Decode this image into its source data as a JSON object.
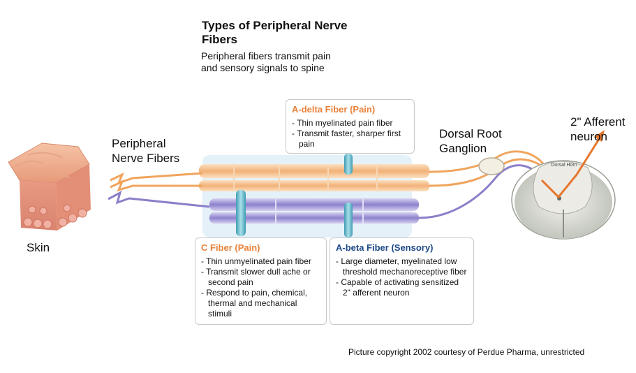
{
  "title": "Types of Peripheral Nerve Fibers",
  "subtitle": "Peripheral fibers transmit pain and sensory signals to spine",
  "labels": {
    "skin": "Skin",
    "peripheral_nerve_fibers": "Peripheral Nerve Fibers",
    "dorsal_root_ganglion": "Dorsal Root Ganglion",
    "afferent_neuron": "2\" Afferent neuron",
    "dorsal_horn": "Dorsal Horn"
  },
  "callouts": {
    "a_delta": {
      "heading": "A-delta Fiber (Pain)",
      "items": [
        "- Thin myelinated pain fiber",
        "- Transmit faster, sharper first pain"
      ]
    },
    "c_fiber": {
      "heading": "C Fiber (Pain)",
      "items": [
        "- Thin unmyelinated pain fiber",
        "- Transmit slower dull ache or second pain",
        "- Respond to pain, chemical, thermal and mechanical stimuli"
      ]
    },
    "a_beta": {
      "heading": "A-beta Fiber (Sensory)",
      "items": [
        "- Large diameter, myelinated low threshold mechanoreceptive fiber",
        "- Capable of activating sensitized 2\" afferent neuron"
      ]
    }
  },
  "credit": "Picture copyright 2002 courtesy of Perdue Pharma, unrestricted",
  "colors": {
    "orange_fiber": "#f2a65a",
    "purple_fiber": "#8a7fc9",
    "connector_blue": "#5fb3c9",
    "heading_orange": "#e8823a",
    "heading_navy": "#1d4a86"
  }
}
